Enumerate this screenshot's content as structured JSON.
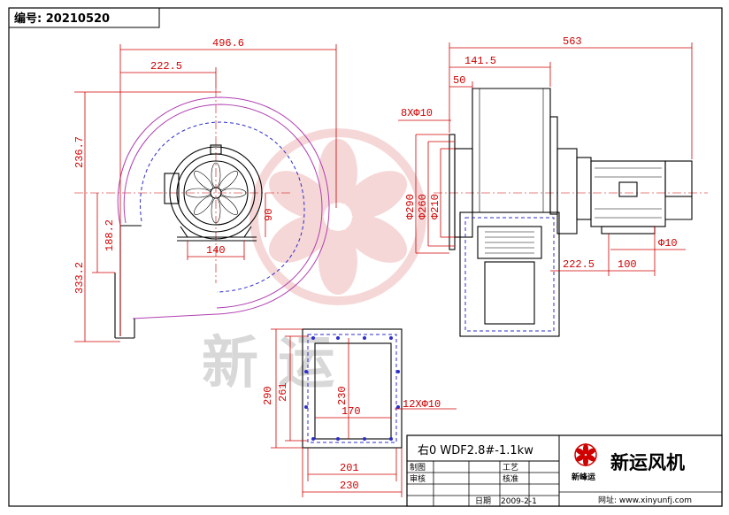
{
  "header": {
    "number_label": "编号: 20210520"
  },
  "dimensions": {
    "width_total": "496.6",
    "center_offset": "222.5",
    "height_upper": "236.7",
    "outlet_height": "188.2",
    "total_height": "333.2",
    "motor_base": "140",
    "shaft_height": "90",
    "overall_length": "563",
    "inlet_length": "141.5",
    "inlet_flange": "50",
    "bolt_holes_inlet": "8XΦ10",
    "d290": "Φ290",
    "d260": "Φ260",
    "d210": "Φ210",
    "side_offset": "222.5",
    "motor_feet": "100",
    "foot_hole": "Φ10",
    "flange_h": "290",
    "flange_h_inner": "261",
    "flange_h_bolt": "230",
    "flange_w_inner": "170",
    "bolt_holes_outlet": "12XΦ10",
    "flange_w_bolt": "201",
    "flange_w": "230"
  },
  "watermark": {
    "text": "新  运"
  },
  "title_block": {
    "model": "右0 WDF2.8#-1.1kw",
    "company": "新运风机",
    "logo_caption": "新峰运",
    "rows": {
      "drawn": "制图",
      "process": "工艺",
      "review": "审核",
      "verify": "核准",
      "date_label": "日期",
      "date": "2009-2-1"
    },
    "website": "网址: www.xinyunfj.com"
  }
}
